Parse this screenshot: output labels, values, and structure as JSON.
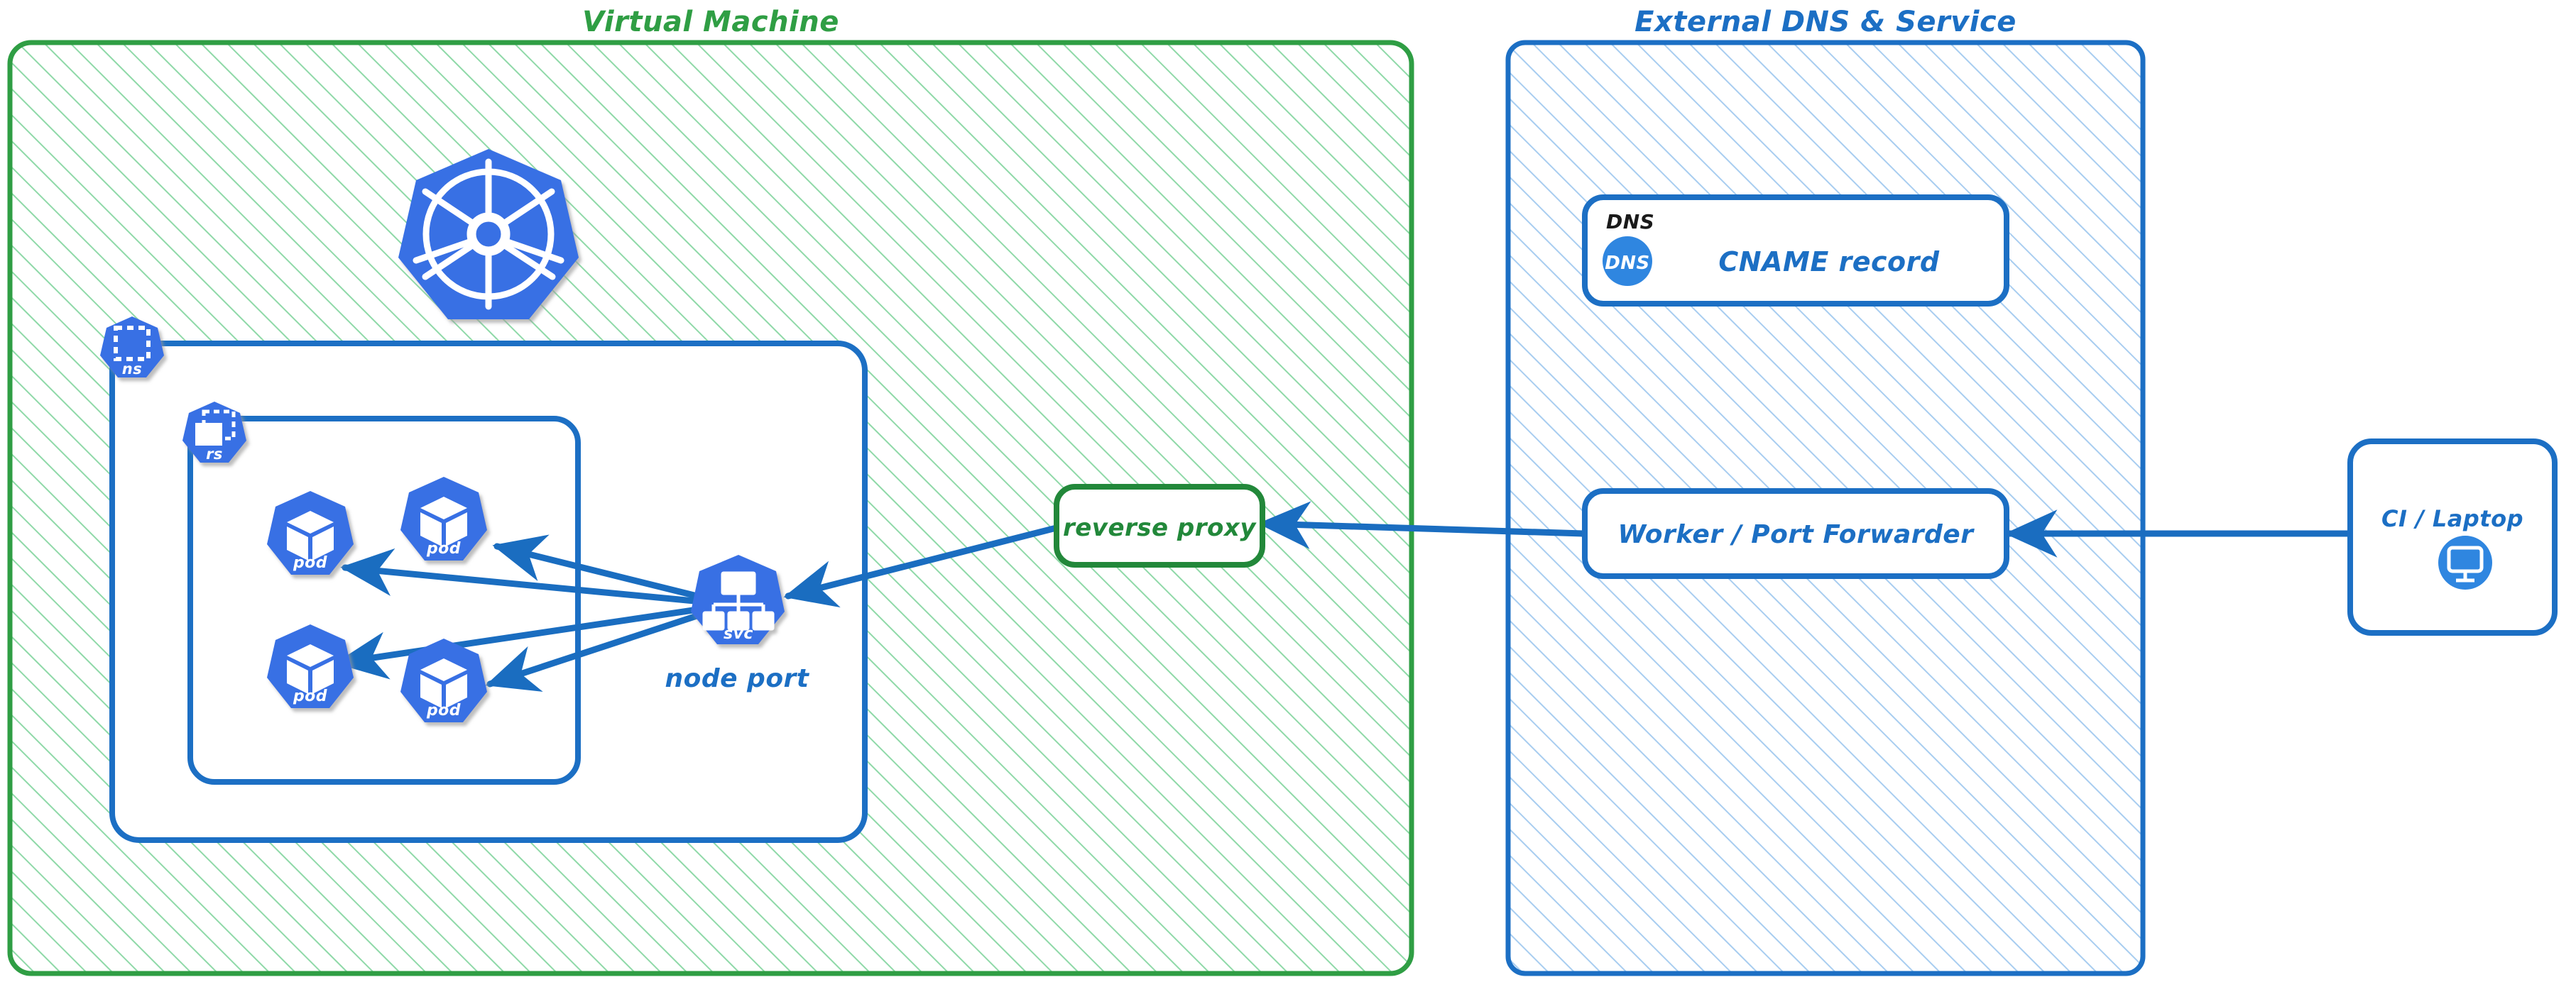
{
  "diagram": {
    "title_left": "Virtual Machine",
    "title_right": "External DNS & Service",
    "colors": {
      "green_border": "#2f9e44",
      "green_hatch": "#8fd9a8",
      "green_text": "#22883a",
      "blue_border": "#1c6fc4",
      "blue_hatch": "#a8cdf0",
      "blue_text": "#1c6fc4",
      "k8s_blue": "#3970e4",
      "icon_blue": "#2f86e0",
      "arrow_blue": "#1a6dc0",
      "black_text": "#1a1a1a",
      "white": "#ffffff"
    }
  },
  "zones": [
    {
      "id": "virtual-machine",
      "label": "Virtual Machine",
      "accent": "#2f9e44",
      "hatch": "#8fd9a8"
    },
    {
      "id": "external-dns-service",
      "label": "External DNS & Service",
      "accent": "#1c6fc4",
      "hatch": "#a8cdf0"
    }
  ],
  "vm": {
    "kubernetes_logo": {
      "name": "kubernetes-logo",
      "label": ""
    },
    "namespace_box": {
      "badge_label": "ns",
      "badge_name": "namespace-icon"
    },
    "replicaset_box": {
      "badge_label": "rs",
      "badge_name": "replicaset-icon"
    },
    "pods": [
      {
        "label": "pod"
      },
      {
        "label": "pod"
      },
      {
        "label": "pod"
      },
      {
        "label": "pod"
      }
    ],
    "service": {
      "badge_label": "svc",
      "caption": "node port"
    },
    "reverse_proxy": {
      "label": "reverse proxy"
    }
  },
  "external": {
    "dns_card": {
      "corner_label": "DNS",
      "badge_label": "DNS",
      "title": "CNAME record"
    },
    "worker_card": {
      "label": "Worker / Port Forwarder"
    }
  },
  "client": {
    "card": {
      "label": "CI / Laptop",
      "icon": "monitor-icon"
    }
  },
  "connections": [
    {
      "from": "service",
      "to": "pod-1",
      "arrow": "to"
    },
    {
      "from": "service",
      "to": "pod-2",
      "arrow": "to"
    },
    {
      "from": "service",
      "to": "pod-3",
      "arrow": "to"
    },
    {
      "from": "service",
      "to": "pod-4",
      "arrow": "to"
    },
    {
      "from": "reverse-proxy",
      "to": "service",
      "arrow": "to"
    },
    {
      "from": "worker-port-forwarder",
      "to": "reverse-proxy",
      "arrow": "to"
    },
    {
      "from": "ci-laptop",
      "to": "worker-port-forwarder",
      "arrow": "to"
    }
  ]
}
